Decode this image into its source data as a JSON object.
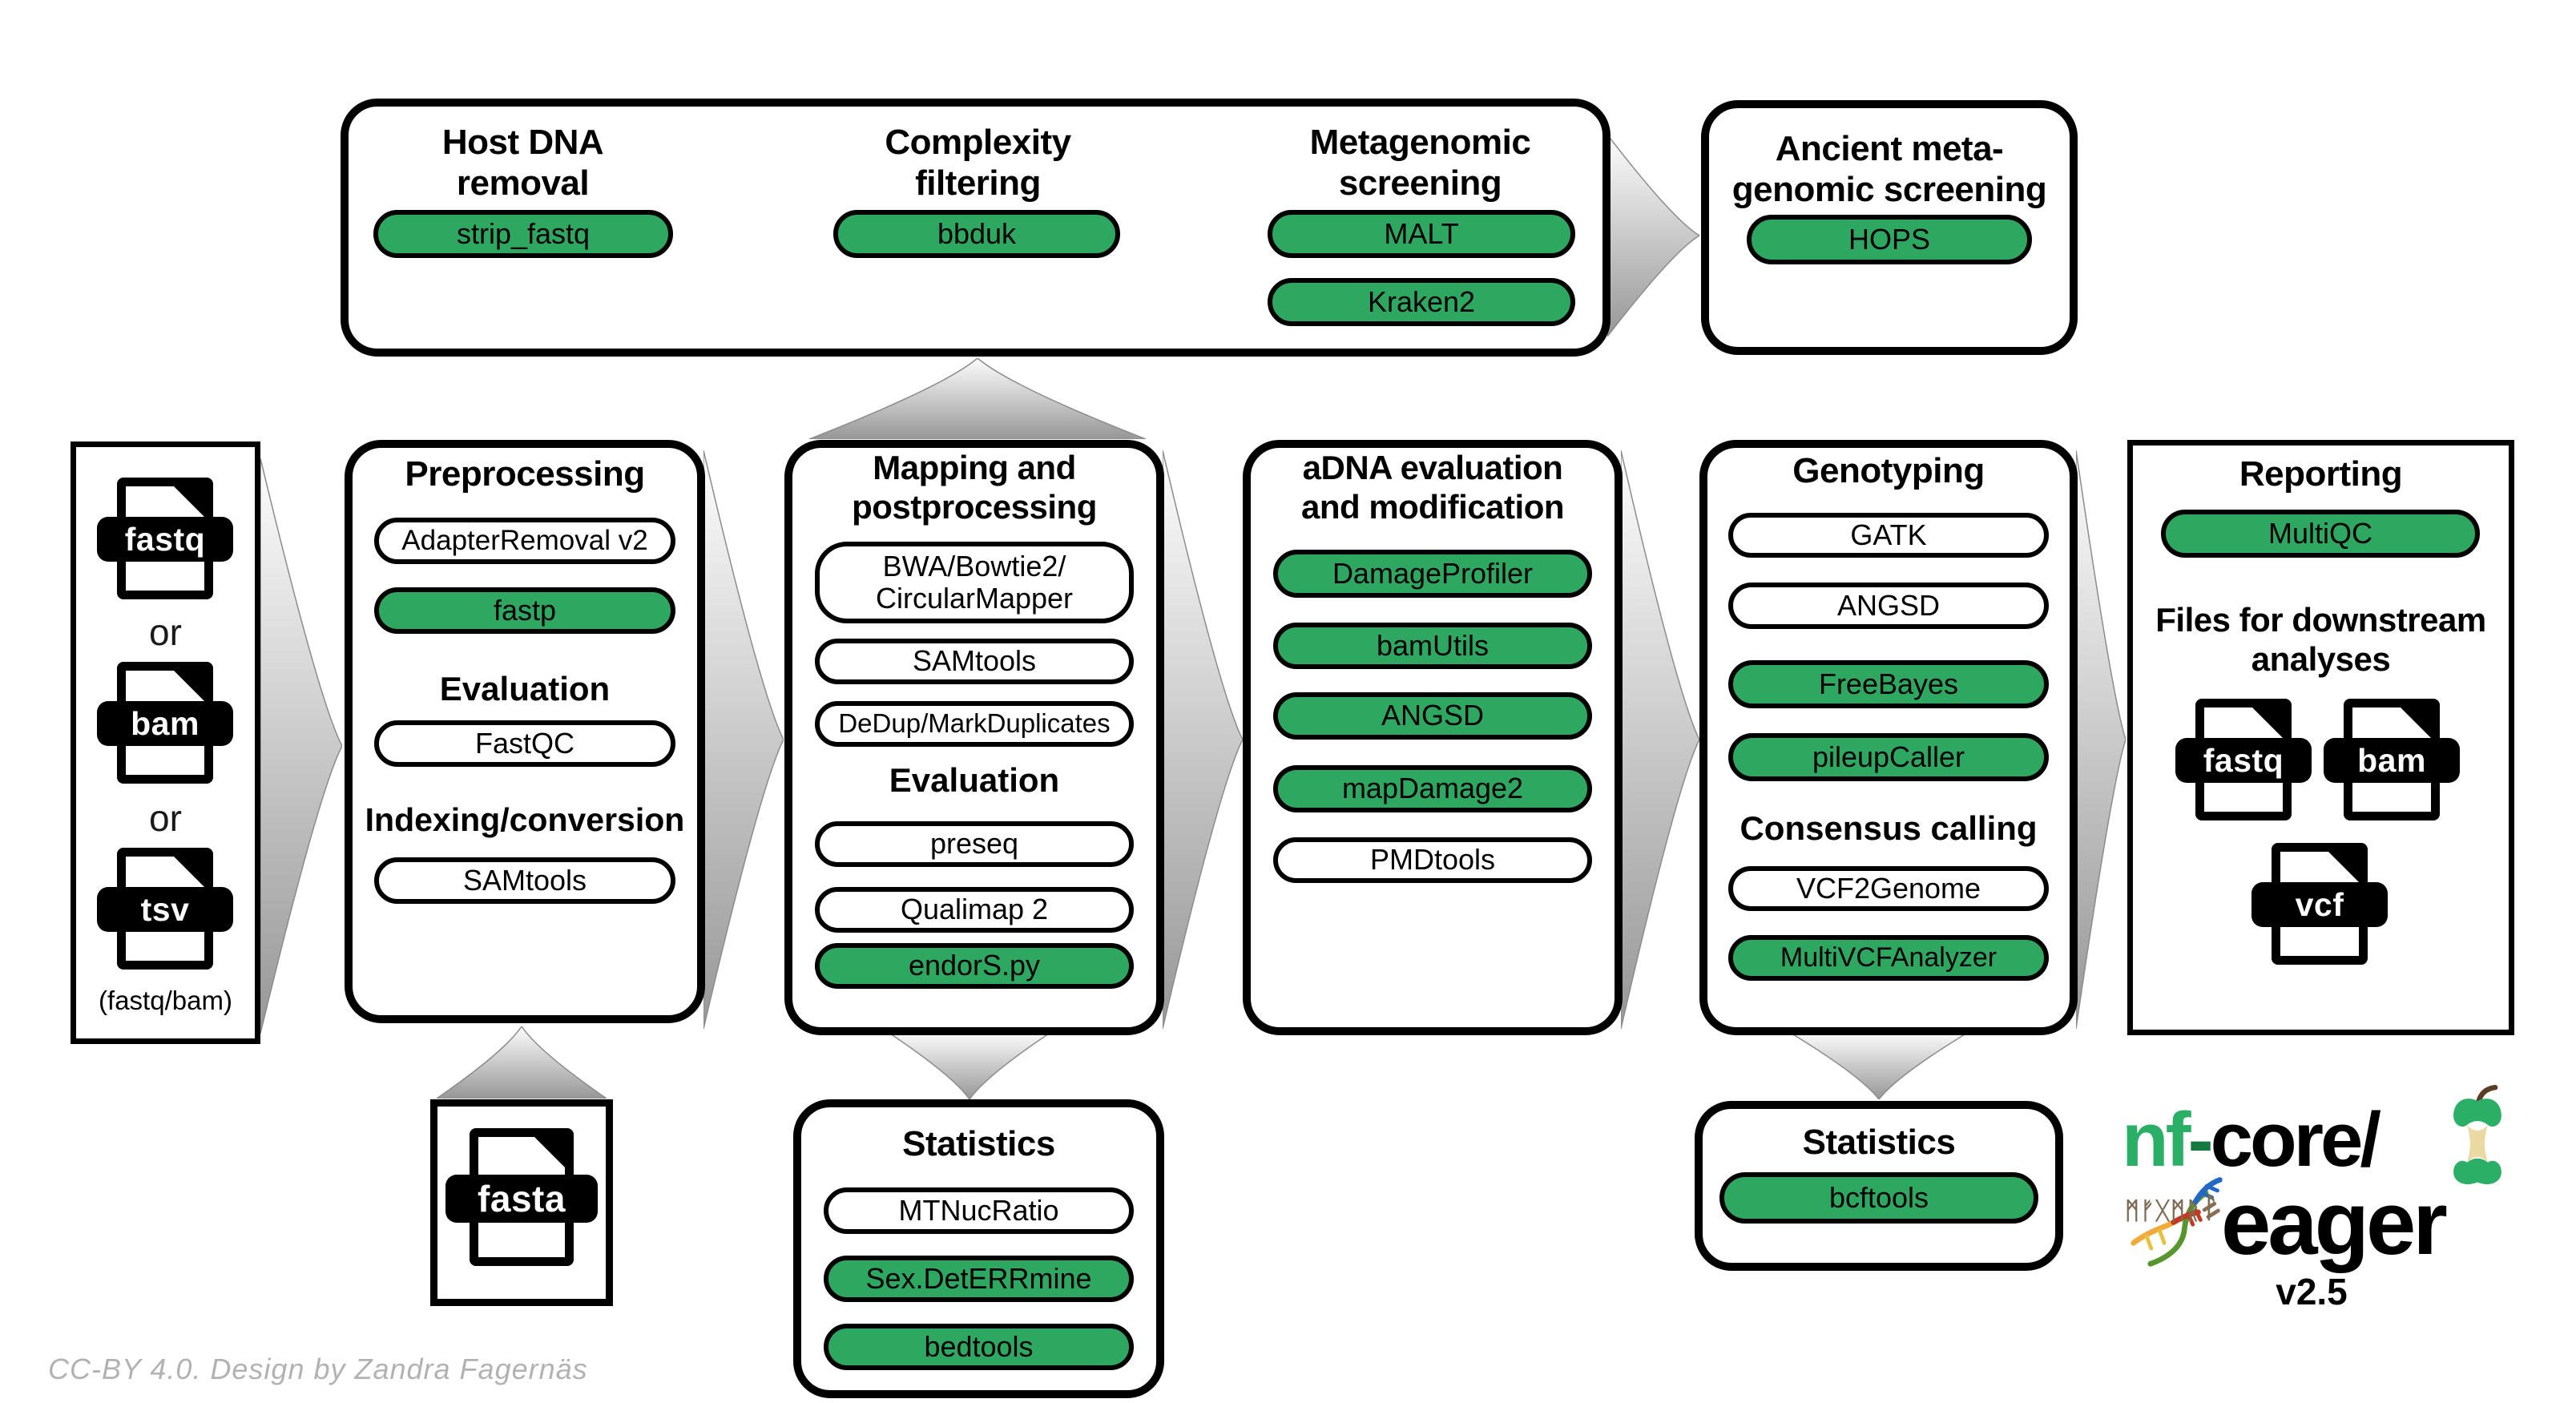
{
  "colors": {
    "pill_green": "#2ea860",
    "logo_green": "#2bae66",
    "logo_dash_green": "#157a42",
    "funnel_gray": "#999999"
  },
  "screening": {
    "col1_title_line1": "Host DNA",
    "col1_title_line2": "removal",
    "col2_title_line1": "Complexity",
    "col2_title_line2": "filtering",
    "col3_title_line1": "Metagenomic",
    "col3_title_line2": "screening",
    "strip_fastq": "strip_fastq",
    "bbduk": "bbduk",
    "malt": "MALT",
    "kraken2": "Kraken2"
  },
  "ancient": {
    "title_line1": "Ancient meta-",
    "title_line2": "genomic screening",
    "hops": "HOPS"
  },
  "input": {
    "file1": "fastq",
    "or1": "or",
    "file2": "bam",
    "or2": "or",
    "file3": "tsv",
    "note": "(fastq/bam)"
  },
  "preprocessing": {
    "title": "Preprocessing",
    "adapterremoval": "AdapterRemoval v2",
    "fastp": "fastp",
    "evaluation": "Evaluation",
    "fastqc": "FastQC",
    "indexing": "Indexing/conversion",
    "samtools": "SAMtools"
  },
  "mapping": {
    "title_line1": "Mapping and",
    "title_line2": "postprocessing",
    "mapper_line1": "BWA/Bowtie2/",
    "mapper_line2": "CircularMapper",
    "samtools": "SAMtools",
    "dedup": "DeDup/MarkDuplicates",
    "evaluation": "Evaluation",
    "preseq": "preseq",
    "qualimap": "Qualimap 2",
    "endors": "endorS.py"
  },
  "adna": {
    "title_line1": "aDNA evaluation",
    "title_line2": "and modification",
    "damageprofiler": "DamageProfiler",
    "bamutils": "bamUtils",
    "angsd": "ANGSD",
    "mapdamage": "mapDamage2",
    "pmdtools": "PMDtools"
  },
  "genotyping": {
    "title": "Genotyping",
    "gatk": "GATK",
    "angsd": "ANGSD",
    "freebayes": "FreeBayes",
    "pileupcaller": "pileupCaller",
    "consensus": "Consensus calling",
    "vcf2genome": "VCF2Genome",
    "multivcfanalyzer": "MultiVCFAnalyzer"
  },
  "reporting": {
    "title": "Reporting",
    "multiqc": "MultiQC",
    "files_line1": "Files for downstream",
    "files_line2": "analyses",
    "file1": "fastq",
    "file2": "bam",
    "file3": "vcf"
  },
  "reference": {
    "fasta": "fasta"
  },
  "stats_mapping": {
    "title": "Statistics",
    "mtnucratio": "MTNucRatio",
    "sexdeterrmine": "Sex.DetERRmine",
    "bedtools": "bedtools"
  },
  "stats_genotyping": {
    "title": "Statistics",
    "bcftools": "bcftools"
  },
  "logo": {
    "nf": "nf",
    "dash": "-",
    "core": "core/",
    "eager": "eager",
    "version": "v2.5",
    "runes": "ᛗᚠᚷᛗᚱ",
    "rune_l": "ᛚ"
  },
  "credit": "CC-BY 4.0. Design by Zandra Fagernäs"
}
